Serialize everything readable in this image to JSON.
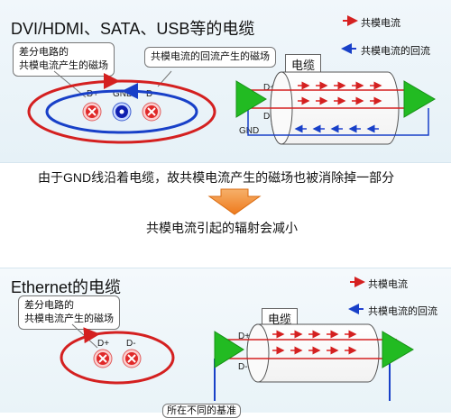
{
  "top": {
    "title": "DVI/HDMI、SATA、USB等的电缆",
    "callout_pair": "差分电路的\n共模电流产生的磁场",
    "callout_return": "共模电流的回流产生的磁场",
    "cable_label": "电缆",
    "legend_common": "共模电流",
    "legend_return": "共模电流的回流",
    "pins": {
      "dplus": "D+",
      "gnd": "GND",
      "dminus": "D-"
    },
    "cable_signals": {
      "dplus": "D+",
      "dminus": "D-",
      "gnd": "GND"
    },
    "caption": "由于GND线沿着电缆，故共模电流产生的磁场也被消除掉一部分"
  },
  "middle": {
    "result": "共模电流引起的辐射会减小"
  },
  "bottom": {
    "title": "Ethernet的电缆",
    "callout_pair": "差分电路的\n共模电流产生的磁场",
    "cable_label": "电缆",
    "legend_common": "共模电流",
    "legend_return": "共模电流的回流",
    "pins": {
      "dplus": "D+",
      "dminus": "D-"
    },
    "cable_signals": {
      "dplus": "D+",
      "dminus": "D-"
    },
    "caption_partial": "所在不同的基准"
  },
  "colors": {
    "common_arrow": "#e02020",
    "return_arrow": "#2040d0",
    "field_red": "#d42020",
    "field_blue": "#1840c8",
    "driver_green": "#22bb22",
    "transfer_arrow": "#f0882a"
  }
}
